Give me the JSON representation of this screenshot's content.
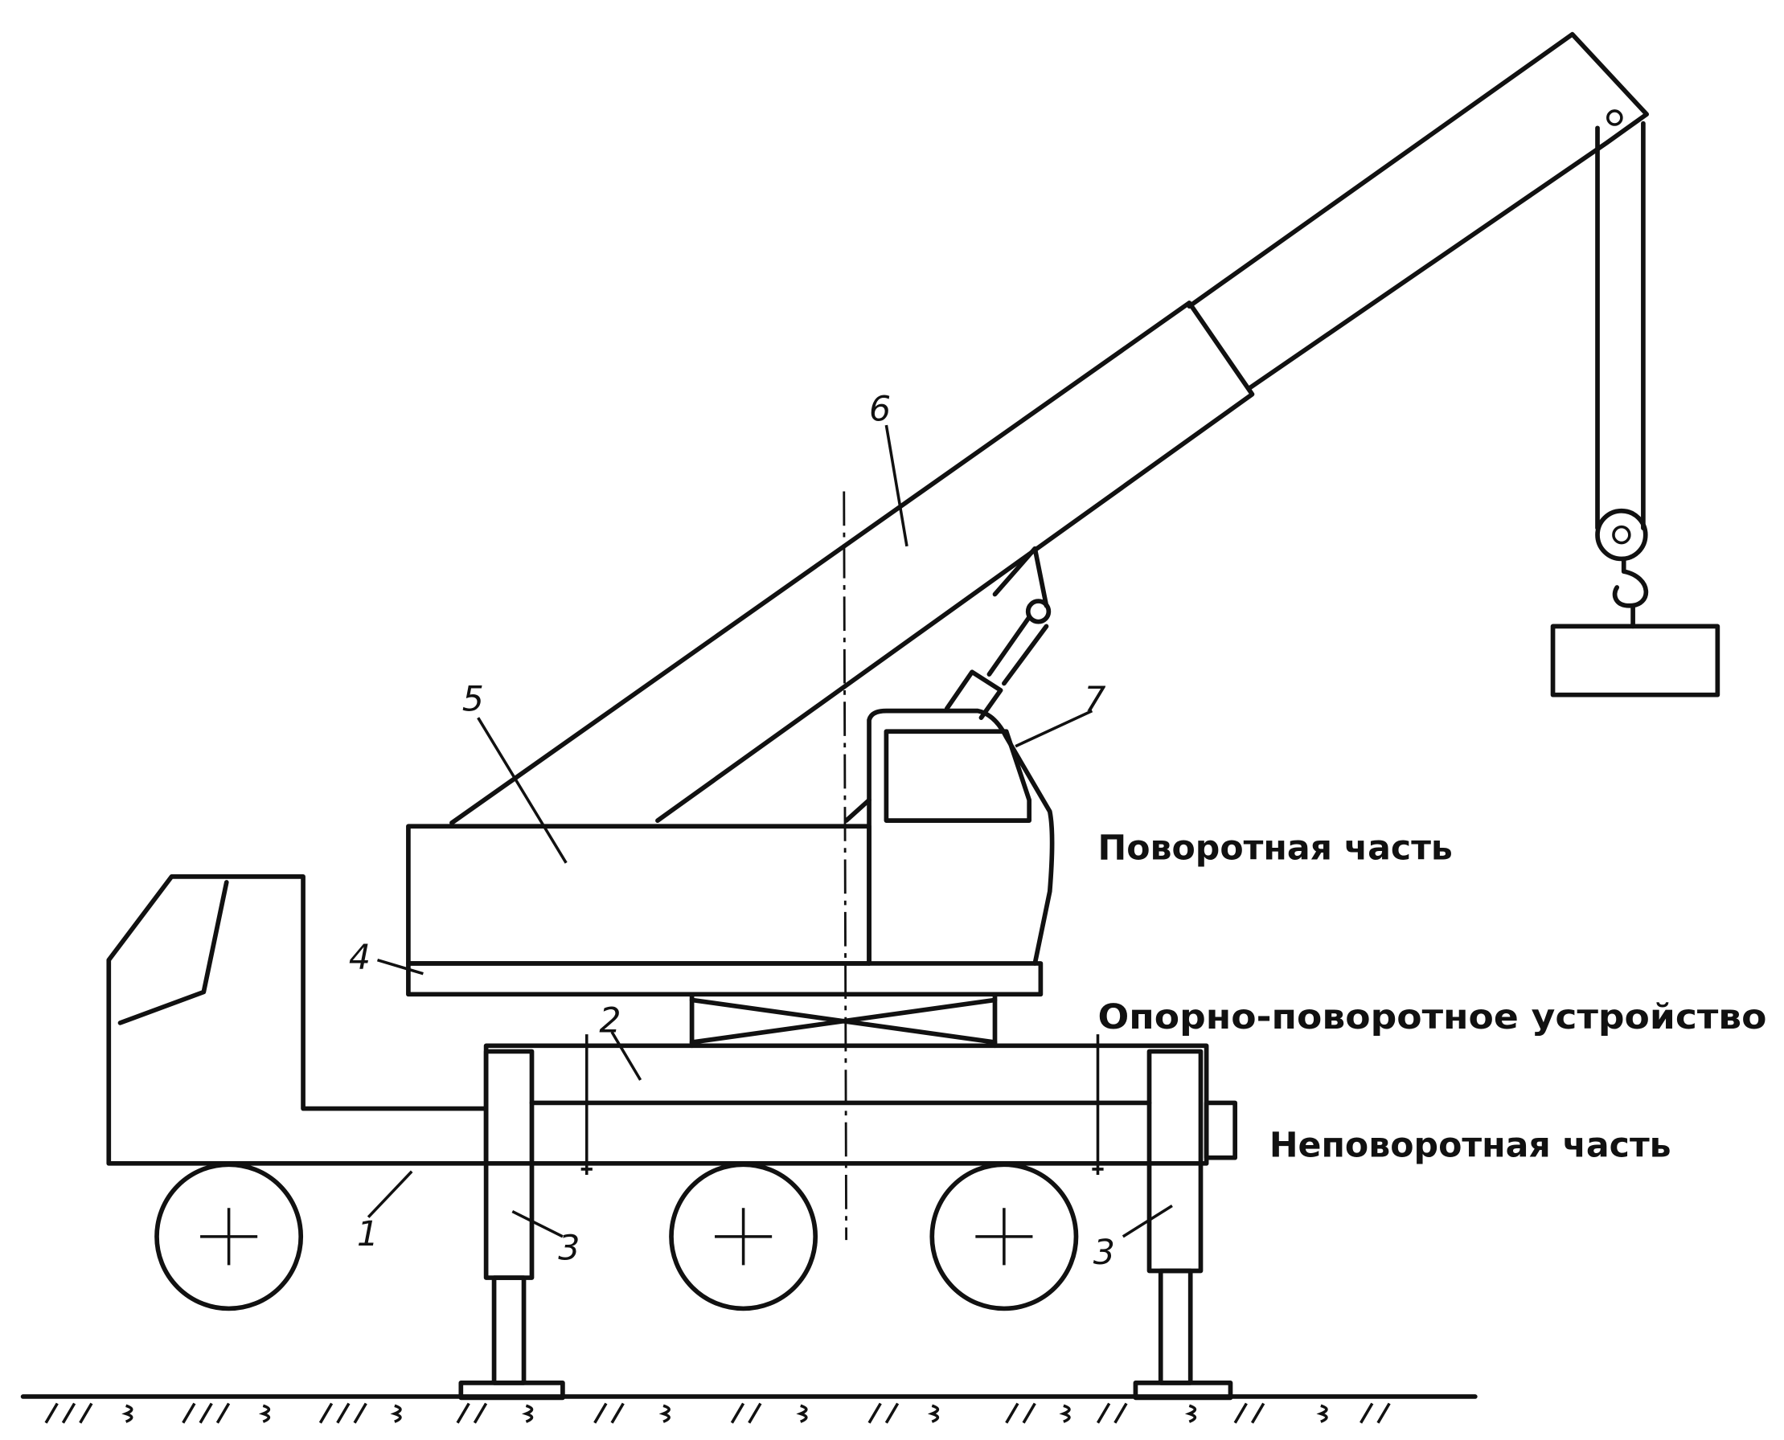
{
  "diagram": {
    "labels": {
      "rotating_part": "Поворотная часть",
      "slewing_bearing": "Опорно-поворотное устройство",
      "non_rotating_part": "Неповоротная часть"
    },
    "numbers": {
      "n1": "1",
      "n2": "2",
      "n3_left": "3",
      "n3_right": "3",
      "n4": "4",
      "n5": "5",
      "n6": "6",
      "n7": "7"
    }
  }
}
